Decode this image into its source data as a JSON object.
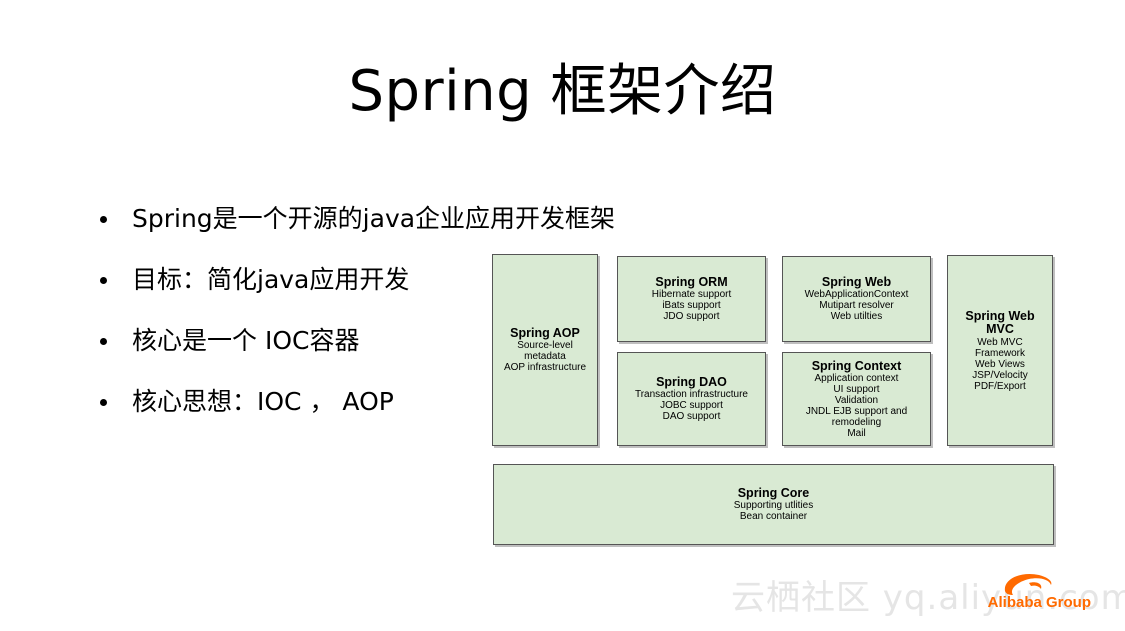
{
  "title": "Spring 框架介绍",
  "bullets": [
    "Spring是一个开源的java企业应用开发框架",
    "目标：简化java应用开发",
    "核心是一个 IOC容器",
    "核心思想：IOC ， AOP"
  ],
  "diagram": {
    "aop": {
      "title": "Spring AOP",
      "lines": [
        "Source-level",
        "metadata",
        "AOP infrastructure"
      ]
    },
    "orm": {
      "title": "Spring ORM",
      "lines": [
        "Hibernate support",
        "iBats support",
        "JDO support"
      ]
    },
    "web": {
      "title": "Spring Web",
      "lines": [
        "WebApplicationContext",
        "Mutipart resolver",
        "Web utilties"
      ]
    },
    "webmvc": {
      "title": "Spring Web MVC",
      "lines": [
        "Web MVC",
        "Framework",
        "Web Views",
        "JSP/Velocity",
        "PDF/Export"
      ]
    },
    "dao": {
      "title": "Spring DAO",
      "lines": [
        "Transaction infrastructure",
        "JOBC support",
        "DAO support"
      ]
    },
    "context": {
      "title": "Spring Context",
      "lines": [
        "Application context",
        "UI support",
        "Validation",
        "JNDL EJB support and",
        "remodeling",
        "Mail"
      ]
    },
    "core": {
      "title": "Spring Core",
      "lines": [
        "Supporting utlities",
        "Bean container"
      ]
    }
  },
  "watermark": {
    "text": "云栖社区 yq.aliyun.com",
    "logo": "Alibaba Group"
  },
  "colors": {
    "box_fill": "#d9ead3",
    "box_border": "#555555",
    "logo": "#ff6a00"
  }
}
